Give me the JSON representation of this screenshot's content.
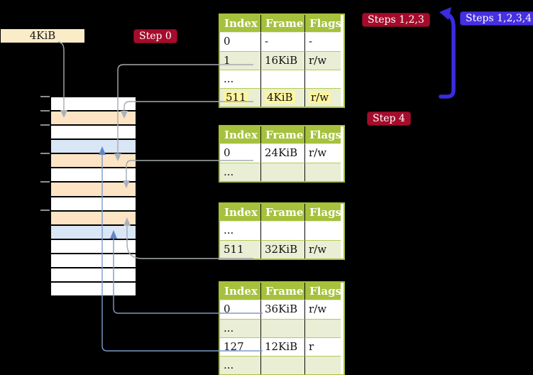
{
  "diagram": {
    "physical_memory": {
      "frame_size_label": "4KiB",
      "rows": [
        "free",
        "table",
        "free",
        "page",
        "table",
        "free",
        "table",
        "free",
        "table",
        "page",
        "free",
        "free",
        "free",
        "free"
      ]
    },
    "steps": {
      "step0": "Step 0",
      "steps123": "Steps 1,2,3",
      "steps1234": "Steps 1,2,3,4",
      "step4": "Step 4"
    },
    "page_tables": [
      {
        "headers": [
          "Index",
          "Frame",
          "Flags"
        ],
        "rows": [
          {
            "index": "0",
            "frame": "-",
            "flags": "-"
          },
          {
            "index": "1",
            "frame": "16KiB",
            "flags": "r/w"
          },
          {
            "index": "...",
            "frame": "",
            "flags": ""
          },
          {
            "index": "511",
            "frame": "4KiB",
            "flags": "r/w",
            "highlight": true
          }
        ]
      },
      {
        "headers": [
          "Index",
          "Frame",
          "Flags"
        ],
        "rows": [
          {
            "index": "0",
            "frame": "24KiB",
            "flags": "r/w"
          },
          {
            "index": "...",
            "frame": "",
            "flags": ""
          }
        ]
      },
      {
        "headers": [
          "Index",
          "Frame",
          "Flags"
        ],
        "rows": [
          {
            "index": "...",
            "frame": "",
            "flags": ""
          },
          {
            "index": "511",
            "frame": "32KiB",
            "flags": "r/w"
          }
        ]
      },
      {
        "headers": [
          "Index",
          "Frame",
          "Flags"
        ],
        "rows": [
          {
            "index": "0",
            "frame": "36KiB",
            "flags": "r/w"
          },
          {
            "index": "...",
            "frame": "",
            "flags": ""
          },
          {
            "index": "127",
            "frame": "12KiB",
            "flags": "r"
          },
          {
            "index": "...",
            "frame": "",
            "flags": ""
          }
        ]
      }
    ],
    "colors": {
      "table_header_green": "#a6c13c",
      "table_row_green": "#e9eed4",
      "highlight_yellow": "#fdf49f",
      "frame_table_orange": "#fce4c4",
      "frame_page_blue": "#d8e6f6",
      "label_cream": "#fbecc8",
      "badge_red": "#a50c2c",
      "badge_blue": "#4730e0",
      "connector_gray": "#a6aaae",
      "connector_blue": "#7d9bc8",
      "big_arrow_blue": "#3b2be0"
    }
  }
}
